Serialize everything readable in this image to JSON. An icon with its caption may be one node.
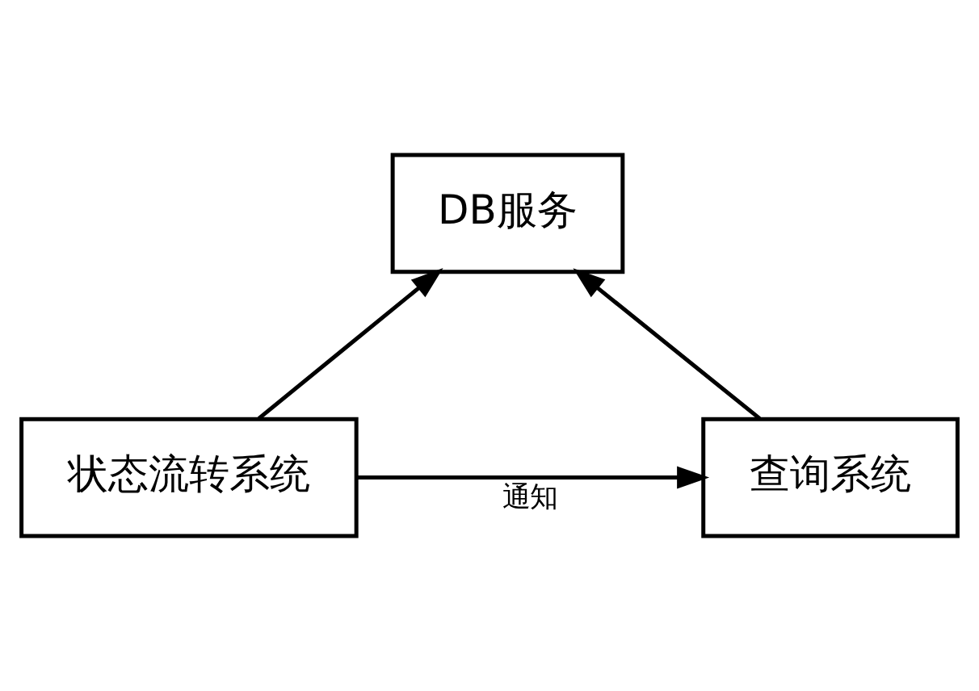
{
  "diagram": {
    "nodes": [
      {
        "text": [
          "DB服务"
        ]
      },
      {
        "text": [
          "状态流转系统"
        ]
      },
      {
        "text": [
          "查询系统"
        ]
      }
    ],
    "edges": [
      {
        "from": 1,
        "to": 0,
        "arrow": "to"
      },
      {
        "from": 2,
        "to": 0,
        "arrow": "to"
      },
      {
        "from": 1,
        "to": 2,
        "arrow": "to",
        "label": "通知"
      }
    ]
  }
}
